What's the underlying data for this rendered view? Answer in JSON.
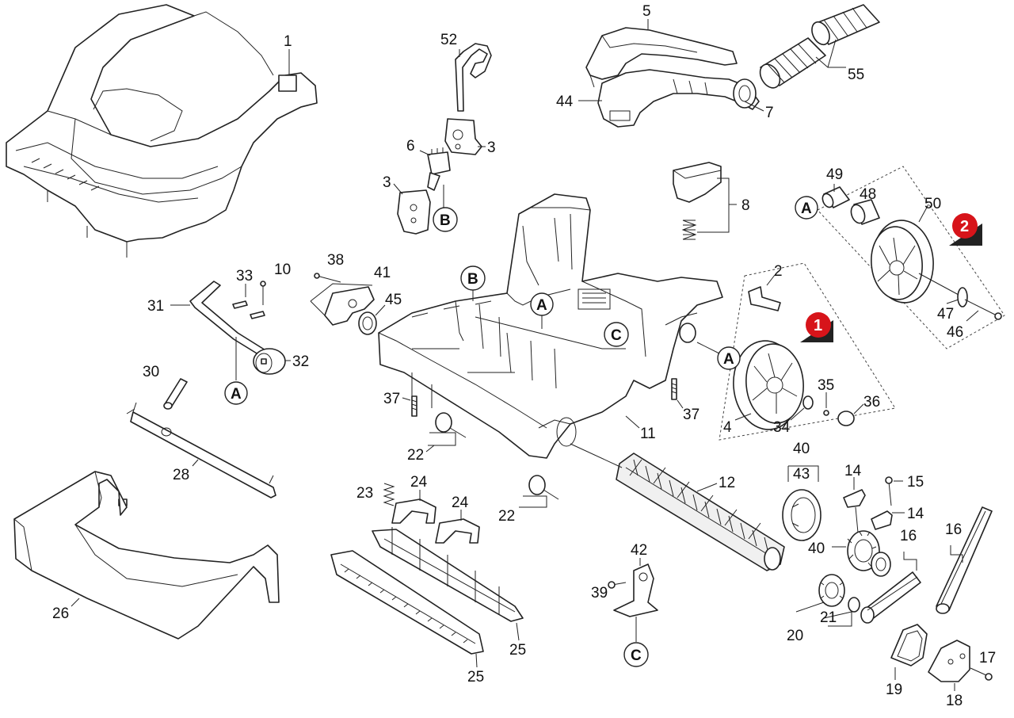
{
  "labels": {
    "p1": "1",
    "p2": "2",
    "p3a": "3",
    "p3b": "3",
    "p4": "4",
    "p5": "5",
    "p6": "6",
    "p7": "7",
    "p8": "8",
    "p10": "10",
    "p11": "11",
    "p12": "12",
    "p14a": "14",
    "p14b": "14",
    "p15": "15",
    "p16a": "16",
    "p16b": "16",
    "p17": "17",
    "p18": "18",
    "p19": "19",
    "p20": "20",
    "p21": "21",
    "p22a": "22",
    "p22b": "22",
    "p23": "23",
    "p24a": "24",
    "p24b": "24",
    "p25a": "25",
    "p25b": "25",
    "p26": "26",
    "p28": "28",
    "p30": "30",
    "p31": "31",
    "p32": "32",
    "p33": "33",
    "p34": "34",
    "p35": "35",
    "p36": "36",
    "p37a": "37",
    "p37b": "37",
    "p38": "38",
    "p39": "39",
    "p40a": "40",
    "p40b": "40",
    "p41": "41",
    "p42": "42",
    "p43": "43",
    "p44": "44",
    "p45": "45",
    "p46": "46",
    "p47": "47",
    "p48": "48",
    "p49": "49",
    "p50": "50",
    "p52": "52",
    "p55": "55"
  },
  "refs": {
    "a1": "A",
    "a2": "A",
    "a3": "A",
    "a4": "A",
    "b1": "B",
    "b2": "B",
    "c1": "C",
    "c2": "C"
  },
  "badges": {
    "badge1": "1",
    "badge2": "2"
  },
  "colors": {
    "badge": "#d7141a",
    "line": "#222222"
  }
}
